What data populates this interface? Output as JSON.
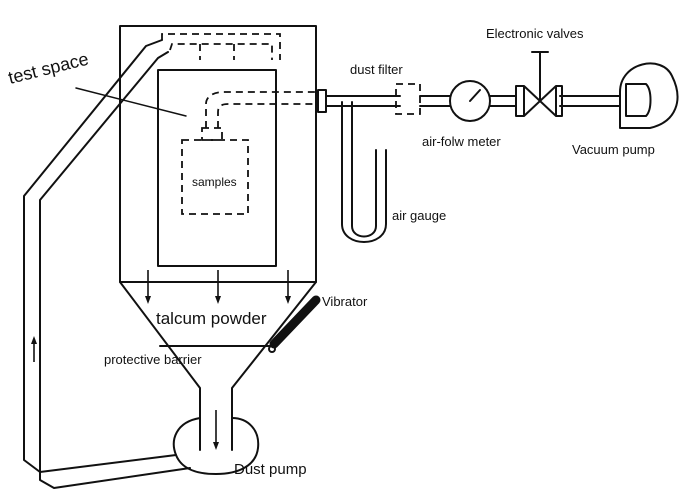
{
  "labels": {
    "test_space": "test space",
    "dust_filter": "dust filter",
    "electronic_valves": "Electronic valves",
    "air_flow_meter": "air-folw meter",
    "vacuum_pump": "Vacuum pump",
    "samples": "samples",
    "air_gauge": "air gauge",
    "vibrator": "Vibrator",
    "talcum_powder": "talcum powder",
    "protective_barrier": "protective barrier",
    "dust_pump": "Dust pump"
  },
  "colors": {
    "ink": "#111111",
    "background": "#ffffff"
  }
}
